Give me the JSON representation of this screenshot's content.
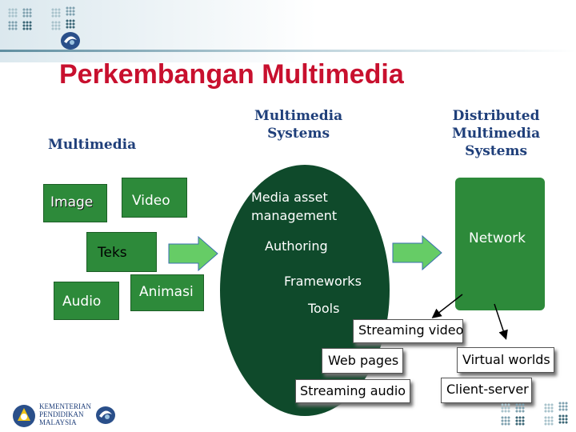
{
  "slide": {
    "title": "Perkembangan Multimedia"
  },
  "headings": {
    "multimedia": "Multimedia",
    "multimedia_systems": "Multimedia\nSystems",
    "distributed_systems": "Distributed\nMultimedia\nSystems"
  },
  "media_boxes": {
    "image": "Image",
    "video": "Video",
    "teks": "Teks",
    "audio": "Audio",
    "animasi": "Animasi"
  },
  "systems_items": {
    "media_asset": "Media asset\nmanagement",
    "authoring": "Authoring",
    "frameworks": "Frameworks",
    "tools": "Tools"
  },
  "distributed": {
    "network": "Network",
    "streaming_video": "Streaming video",
    "web_pages": "Web pages",
    "streaming_audio": "Streaming audio",
    "virtual_worlds": "Virtual worlds",
    "client_server": "Client-server"
  },
  "footer": {
    "logo_text": "KEMENTERIAN\nPENDIDIKAN\nMALAYSIA"
  },
  "colors": {
    "title": "#c8102e",
    "heading": "#1f3f7a",
    "green_box": "#2d8a3a",
    "dark_ellipse": "#0f4a2b",
    "arrow_fill": "#66cc66"
  }
}
